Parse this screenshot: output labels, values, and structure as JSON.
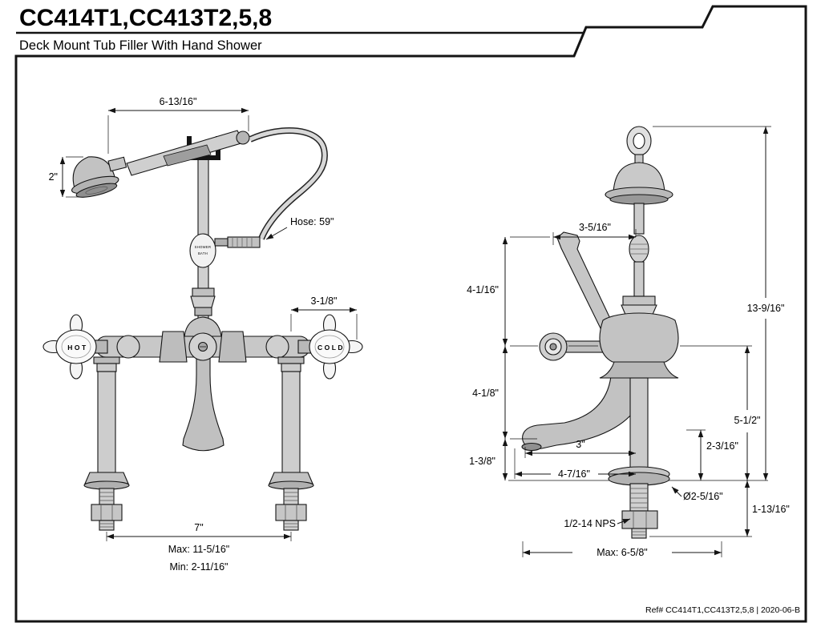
{
  "header": {
    "model": "CC414T1,CC413T2,5,8",
    "subtitle": "Deck Mount Tub Filler With Hand Shower"
  },
  "front": {
    "dim_width": "6-13/16\"",
    "dim_head_height": "2\"",
    "hose_label": "Hose: 59\"",
    "dim_handle": "3-1/8\"",
    "hot": "HOT",
    "cold": "COLD",
    "diverter_top": "SHOWER",
    "diverter_bottom": "BATH",
    "dim_centers": "7\"",
    "dim_max": "Max: 11-5/16\"",
    "dim_min": "Min: 2-11/16\""
  },
  "side": {
    "dim_top": "3-5/16\"",
    "dim_v1": "4-1/16\"",
    "dim_v2": "4-1/8\"",
    "dim_v3": "1-3/8\"",
    "dim_spout_reach": "3\"",
    "dim_spout_overall": "4-7/16\"",
    "dim_flange_dia": "Ø2-5/16\"",
    "thread_spec": "1/2-14 NPS",
    "dim_max_overall": "Max: 6-5/8\"",
    "dim_total_height": "13-9/16\"",
    "dim_body_height": "5-1/2\"",
    "dim_spout_drop": "2-3/16\"",
    "dim_under_deck": "1-13/16\""
  },
  "footer": {
    "ref": "Ref# CC414T1,CC413T2,5,8 | 2020-06-B"
  }
}
